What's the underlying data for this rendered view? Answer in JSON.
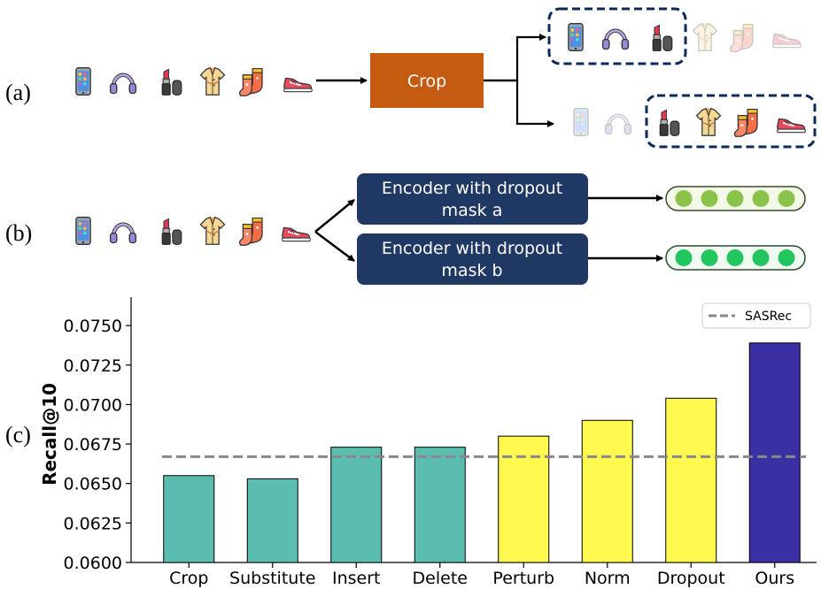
{
  "panels": {
    "a": {
      "label": "(a)",
      "box_label": "Crop",
      "box_color": "#C55A11",
      "window_color": "#0D2A5C"
    },
    "b": {
      "label": "(b)",
      "encoder_a_label": "Encoder with dropout mask a",
      "encoder_a_line1": "Encoder with dropout",
      "encoder_a_line2": "mask a",
      "encoder_b_line1": "Encoder with dropout",
      "encoder_b_line2": "mask b",
      "box_color": "#1F3864",
      "vec_a_color": "#8BC34A",
      "vec_b_color": "#22C55E"
    },
    "c": {
      "label": "(c)"
    }
  },
  "items": [
    "phone-icon",
    "headphones-icon",
    "lipstick-icon",
    "shirt-icon",
    "socks-icon",
    "sneaker-icon"
  ],
  "chart_data": {
    "type": "bar",
    "categories": [
      "Crop",
      "Substitute",
      "Insert",
      "Delete",
      "Perturb",
      "Norm",
      "Dropout",
      "Ours"
    ],
    "values": [
      0.0655,
      0.0653,
      0.0673,
      0.0673,
      0.068,
      0.069,
      0.0704,
      0.0739
    ],
    "colors": [
      "#5BBDB0",
      "#5BBDB0",
      "#5BBDB0",
      "#5BBDB0",
      "#FFF84F",
      "#FFF84F",
      "#FFF84F",
      "#3A2FA3"
    ],
    "ylabel": "Recall@10",
    "ylim": [
      0.06,
      0.0768
    ],
    "yticks": [
      "0.0600",
      "0.0625",
      "0.0650",
      "0.0675",
      "0.0700",
      "0.0725",
      "0.0750"
    ],
    "baseline": {
      "name": "SASRec",
      "value": 0.0667,
      "color": "#888888"
    },
    "legend_position": "top-right"
  }
}
